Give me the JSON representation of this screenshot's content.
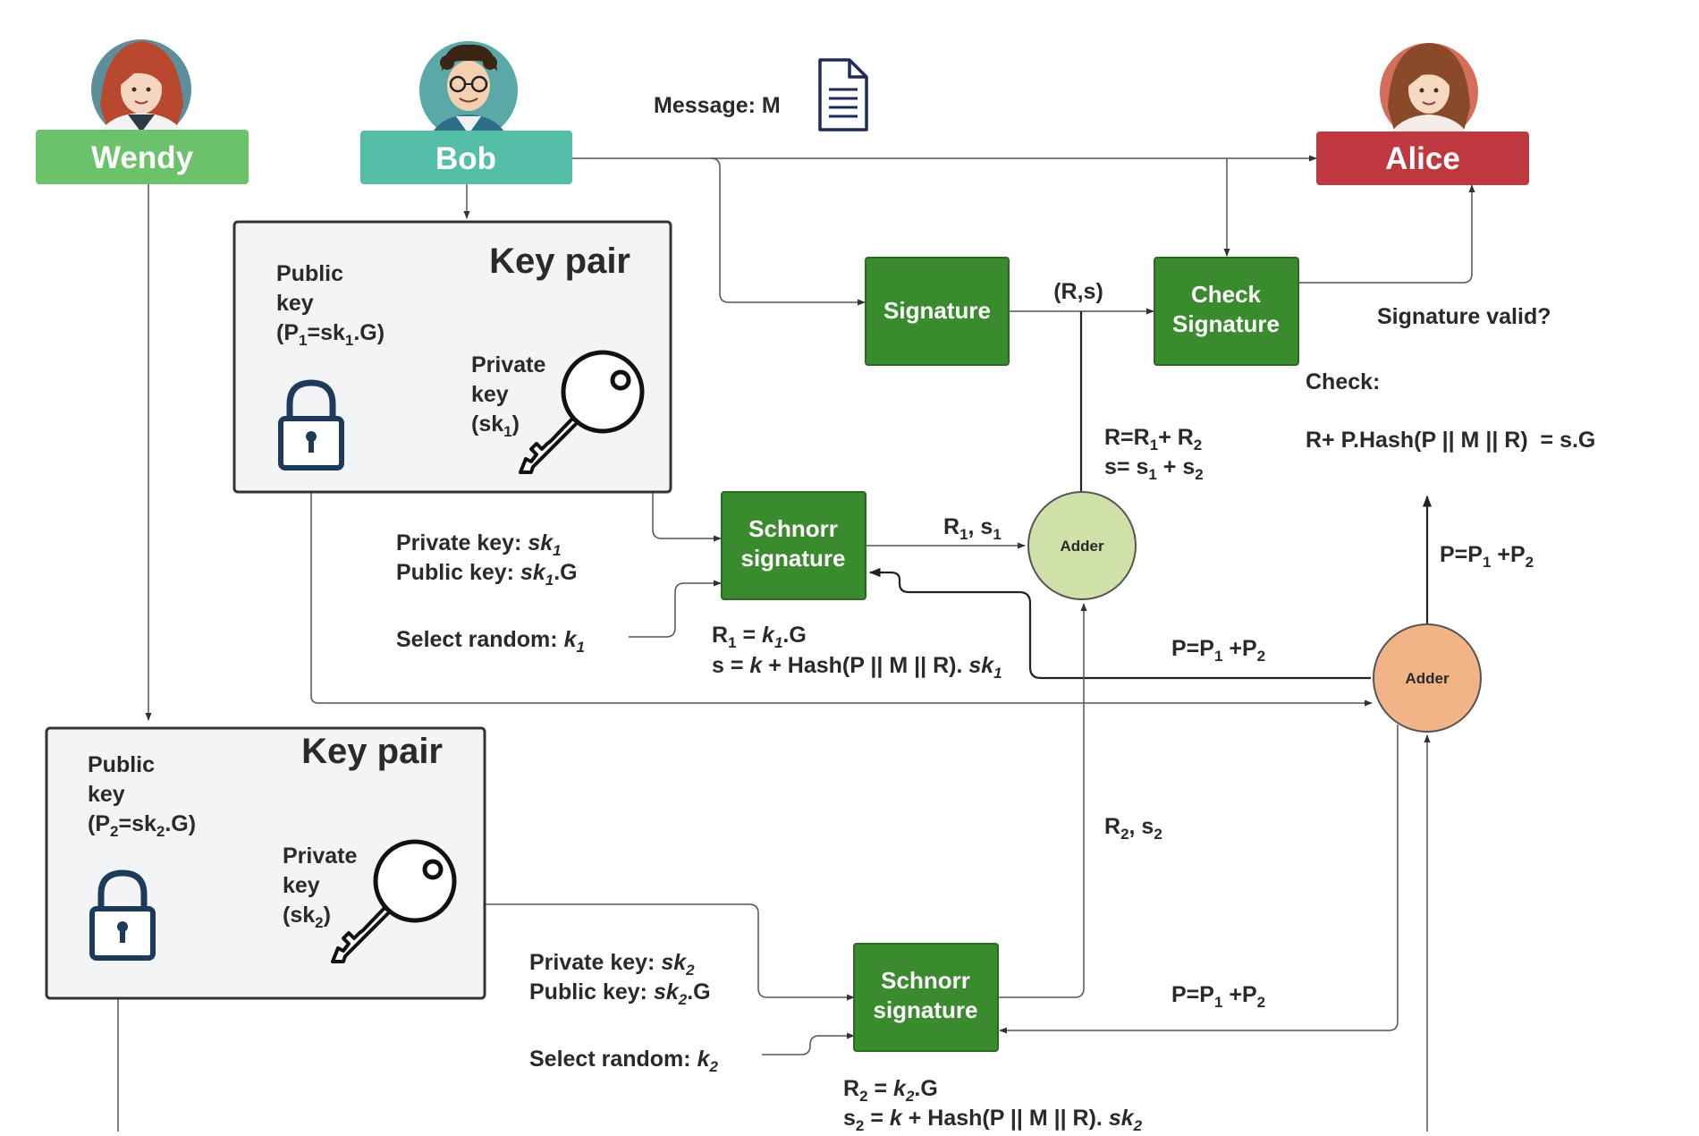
{
  "actors": {
    "wendy": "Wendy",
    "bob": "Bob",
    "alice": "Alice"
  },
  "message": {
    "label": "Message: M",
    "icon": "document-icon"
  },
  "colors": {
    "wendy": "#6cc26a",
    "bob": "#55bea8",
    "alice": "#c0383f",
    "process": "#3a8a2e",
    "adder_green": "#cfe1a9",
    "adder_orange": "#f2b486",
    "keypair_bg": "#f3f4f6"
  },
  "keypair_top": {
    "title": "Key pair",
    "public_lines": [
      "Public",
      "key"
    ],
    "public_formula": {
      "a": "(P",
      "sub1": "1",
      "b": "=sk",
      "sub2": "1",
      "c": ".G)"
    },
    "private_lines": [
      "Private",
      "key"
    ],
    "private_formula": {
      "a": "(sk",
      "sub": "1",
      "b": ")"
    }
  },
  "keypair_bottom": {
    "title": "Key pair",
    "public_lines": [
      "Public",
      "key"
    ],
    "public_formula": {
      "a": "(P",
      "sub1": "2",
      "b": "=sk",
      "sub2": "2",
      "c": ".G)"
    },
    "private_lines": [
      "Private",
      "key"
    ],
    "private_formula": {
      "a": "(sk",
      "sub": "2",
      "b": ")"
    }
  },
  "blocks": {
    "signature": "Signature",
    "check_signature": [
      "Check",
      "Signature"
    ],
    "schnorr_1": [
      "Schnorr",
      "signature"
    ],
    "schnorr_2": [
      "Schnorr",
      "signature"
    ],
    "adder_1": "Adder",
    "adder_2": "Adder"
  },
  "labels": {
    "rs": "(R,s)",
    "signature_valid": "Signature valid?",
    "check": "Check:",
    "check_equation": "R+ P.Hash(P || M || R)  = s.G",
    "r_sum": {
      "a": "R=R",
      "s1": "1",
      "b": "+ R",
      "s2": "2"
    },
    "s_sum": {
      "a": "s= s",
      "s1": "1",
      "b": " + s",
      "s2": "2"
    },
    "r1s1": {
      "a": "R",
      "s1": "1",
      "b": ", s",
      "s2": "1"
    },
    "r2s2": {
      "a": "R",
      "s1": "2",
      "b": ", s",
      "s2": "2"
    },
    "p_sum_top": {
      "a": "P=P",
      "s1": "1",
      "b": " +P",
      "s2": "2"
    },
    "p_sum_mid": {
      "a": "P=P",
      "s1": "1",
      "b": " +P",
      "s2": "2"
    },
    "p_sum_bot": {
      "a": "P=P",
      "s1": "1",
      "b": " +P",
      "s2": "2"
    },
    "priv1": {
      "a": "Private key: ",
      "v": "sk",
      "sub": "1"
    },
    "pub1": {
      "a": "Public key: ",
      "v": "sk",
      "sub": "1",
      "b": ".G"
    },
    "rand1": {
      "a": "Select random: ",
      "v": "k",
      "sub": "1"
    },
    "r1_eq": {
      "a": "R",
      "s1": "1",
      "b": " = ",
      "v": "k",
      "s2": "1",
      "c": ".G"
    },
    "s1_eq": {
      "a": "s = ",
      "k": "k",
      "b": " + Hash(P || M || R). ",
      "v": "sk",
      "sub": "1"
    },
    "priv2": {
      "a": "Private key: ",
      "v": "sk",
      "sub": "2"
    },
    "pub2": {
      "a": "Public key: ",
      "v": "sk",
      "sub": "2",
      "b": ".G"
    },
    "rand2": {
      "a": "Select random: ",
      "v": "k",
      "sub": "2"
    },
    "r2_eq": {
      "a": "R",
      "s1": "2",
      "b": " = ",
      "v": "k",
      "s2": "2",
      "c": ".G"
    },
    "s2_eq": {
      "a": "s",
      "s0": "2",
      "eq": " = ",
      "k": "k",
      "b": " + Hash(P || M || R). ",
      "v": "sk",
      "sub": "2"
    }
  }
}
